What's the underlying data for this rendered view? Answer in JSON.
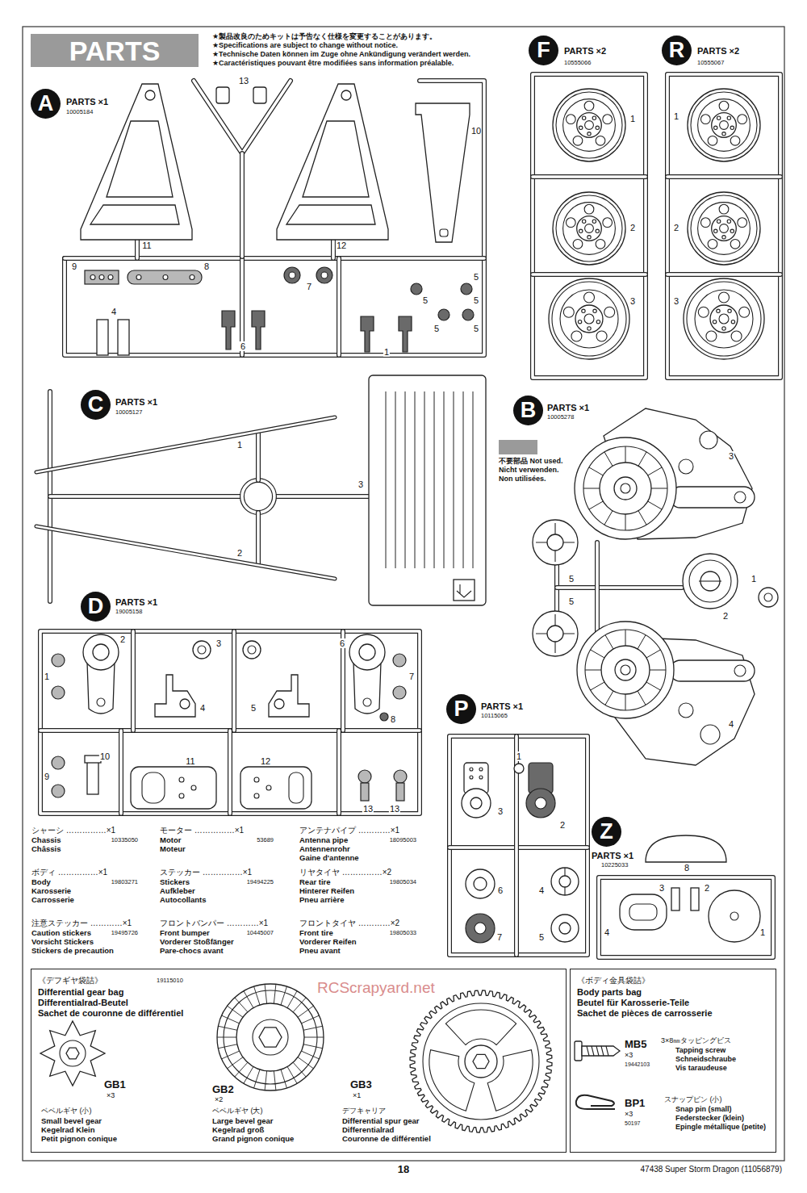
{
  "diagram": {
    "nodes": [
      {
        "text": [
          "PARTS"
        ]
      },
      {
        "text": [
          "A",
          "PARTS ×1",
          "10005184"
        ]
      },
      {
        "text": [
          "F",
          "PARTS ×2",
          "10555066"
        ]
      },
      {
        "text": [
          "R",
          "PARTS ×2",
          "10555067"
        ]
      },
      {
        "text": [
          "C",
          "PARTS ×1",
          "10005127"
        ]
      },
      {
        "text": [
          "B",
          "PARTS ×1",
          "10005278"
        ]
      },
      {
        "text": [
          "D",
          "PARTS ×1",
          "19005158"
        ]
      },
      {
        "text": [
          "P",
          "PARTS ×1",
          "10115065"
        ]
      },
      {
        "text": [
          "Z",
          "PARTS ×1",
          "10225033"
        ]
      },
      {
        "text": [
          "《デフギヤ袋詰》",
          "Differential gear bag",
          "Differentialrad-Beutel",
          "Sachet de couronne de différentiel",
          "19115010"
        ]
      },
      {
        "text": [
          "《ボディ金具袋詰》",
          "Body parts bag",
          "Beutel für Karosserie-Teile",
          "Sachet de pièces de carrosserie"
        ]
      }
    ],
    "labels": [
      "★製品改良のためキットは予告なく仕様を変更することがあります。",
      "★Specifications are subject to change without notice.",
      "★Technische Daten können im Zuge ohne Ankündigung verändert werden.",
      "★Caractéristiques pouvant être modifiées sans information préalable.",
      "13",
      "10",
      "11",
      "12",
      "9",
      "8",
      "7",
      "5",
      "5",
      "5",
      "5",
      "5",
      "4",
      "6",
      "1",
      "1",
      "2",
      "3",
      "1",
      "2",
      "3",
      "1",
      "3",
      "2",
      "3",
      "1",
      "5",
      "5",
      "2",
      "4",
      "2",
      "3",
      "6",
      "1",
      "7",
      "4",
      "5",
      "8",
      "10",
      "11",
      "12",
      "9",
      "13",
      "13",
      "1",
      "3",
      "2",
      "6",
      "4",
      "7",
      "5",
      "8",
      "3",
      "2",
      "4",
      "1",
      "シャーシ ……………×1",
      "Chassis",
      "Châssis",
      "10335050",
      "ボディ ……………×1",
      "Body",
      "Karosserie",
      "Carrosserie",
      "19803271",
      "注意ステッカー …………×1",
      "Caution stickers",
      "Vorsicht Stickers",
      "Stickers de precaution",
      "19495726",
      "モーター ……………×1",
      "Motor",
      "Moteur",
      "53689",
      "ステッカー ……………×1",
      "Stickers",
      "Aufkleber",
      "Autocollants",
      "19494225",
      "フロントバンパー …………×1",
      "Front bumper",
      "Vorderer Stoßfänger",
      "Pare-chocs avant",
      "10445007",
      "アンテナパイプ …………×1",
      "Antenna pipe",
      "Antennenrohr",
      "Gaine d'antenne",
      "18095003",
      "リヤタイヤ ……………×2",
      "Rear tire",
      "Hinterer Reifen",
      "Pneu arrière",
      "19805034",
      "フロントタイヤ …………×2",
      "Front tire",
      "Vorderer Reifen",
      "Pneu avant",
      "19805033",
      "GB1",
      "×3",
      "ベベルギヤ (小)",
      "Small bevel gear",
      "Kegelrad Klein",
      "Petit pignon conique",
      "GB2",
      "×2",
      "ベベルギヤ (大)",
      "Large bevel gear",
      "Kegelrad groß",
      "Grand pignon conique",
      "GB3",
      "×1",
      "デフキャリア",
      "Differential spur gear",
      "Differentialrad",
      "Couronne de différentiel",
      "MB5",
      "3×8㎜タッピングビス",
      "×3",
      "Tapping screw",
      "Schneidschraube",
      "Vis taraudeuse",
      "19442103",
      "BP1",
      "スナップピン (小)",
      "×3",
      "Snap pin (small)",
      "Federstecker (klein)",
      "Epingle métallique (petite)",
      "50197",
      "18",
      "47438 Super Storm Dragon (11056879)",
      "RCScrapyard.net"
    ],
    "legend": [
      {
        "text": "不要部品 Not used. Nicht verwenden. Non utilisées.",
        "color": "#9a9a9a"
      }
    ]
  }
}
